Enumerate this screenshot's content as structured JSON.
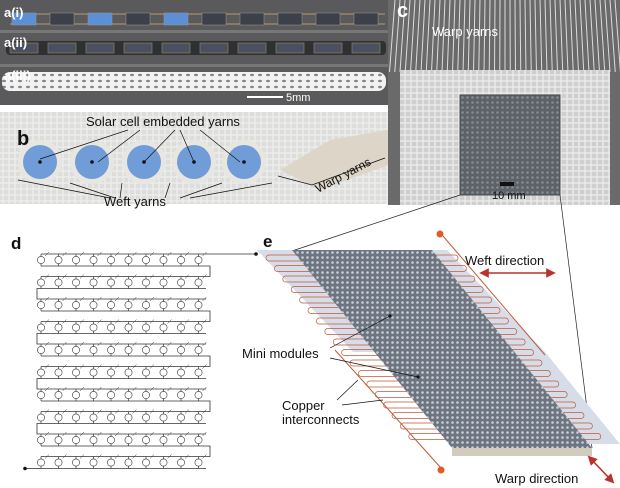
{
  "panels": {
    "a": {
      "labels": [
        "a(i)",
        "a(ii)",
        "a(iii)"
      ],
      "scale_bar": "5mm"
    },
    "b": {
      "label": "b",
      "solar_cell_label": "Solar cell embedded yarns",
      "weft_label": "Weft yarns",
      "warp_label": "Warp yarns"
    },
    "c": {
      "label": "c",
      "warp_label": "Warp yarns",
      "scale_bar": "10 mm"
    },
    "d": {
      "label": "d"
    },
    "e": {
      "label": "e",
      "weft_direction": "Weft direction",
      "mini_modules": "Mini modules",
      "copper_1": "Copper",
      "copper_2": "interconnects",
      "warp_direction": "Warp direction"
    }
  },
  "colors": {
    "photo_dark": "#5a5a5c",
    "cell_blue": "#5b8fd6",
    "copper": "#c0583a",
    "arrow_red": "#b8332b",
    "strip": "#d6dde8",
    "module": "#6d7580"
  }
}
